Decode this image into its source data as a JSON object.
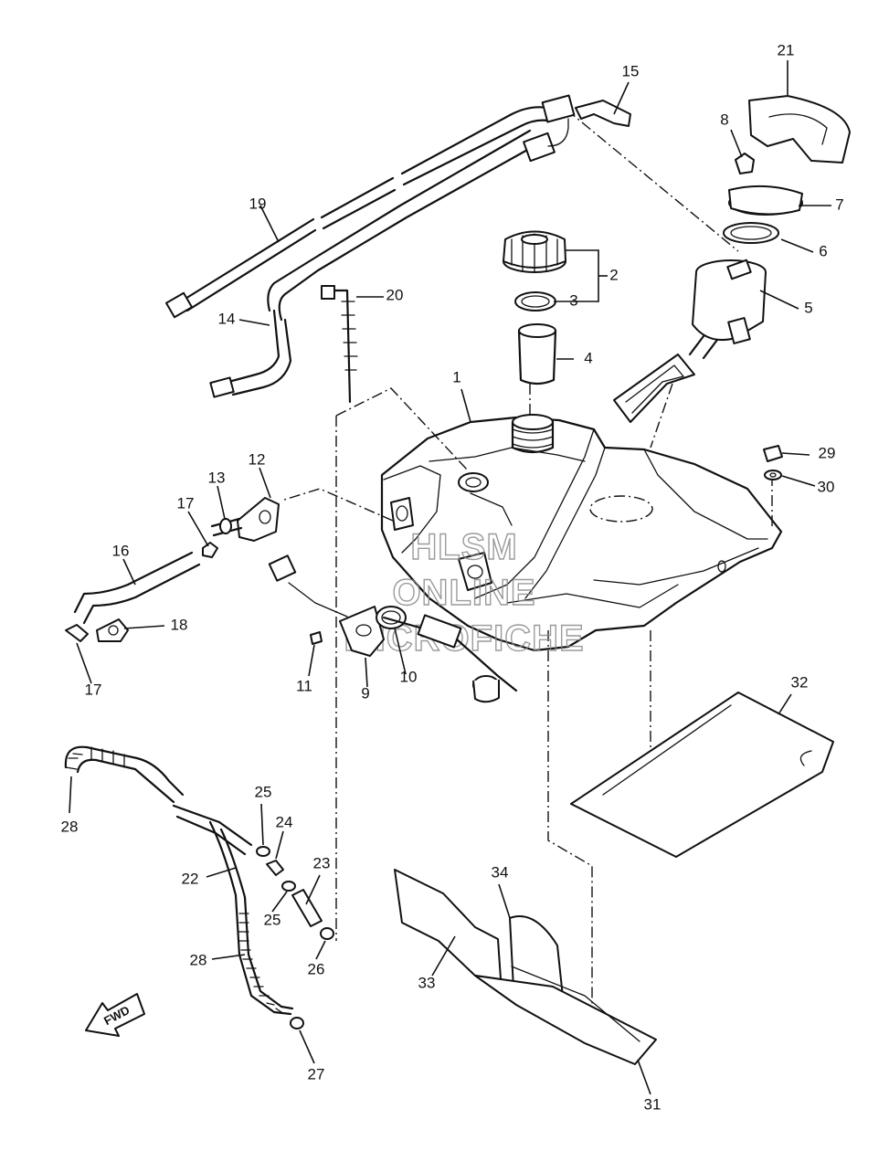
{
  "diagram": {
    "callouts": [
      "1",
      "2",
      "3",
      "4",
      "5",
      "6",
      "7",
      "8",
      "9",
      "10",
      "11",
      "12",
      "13",
      "14",
      "15",
      "16",
      "17",
      "17",
      "18",
      "19",
      "20",
      "21",
      "22",
      "23",
      "24",
      "25",
      "25",
      "26",
      "27",
      "28",
      "28",
      "29",
      "30",
      "31",
      "32",
      "33",
      "34"
    ],
    "watermark": [
      "HLSM",
      "ONLINE",
      "MICROFICHE"
    ],
    "direction_badge": "FWD"
  }
}
